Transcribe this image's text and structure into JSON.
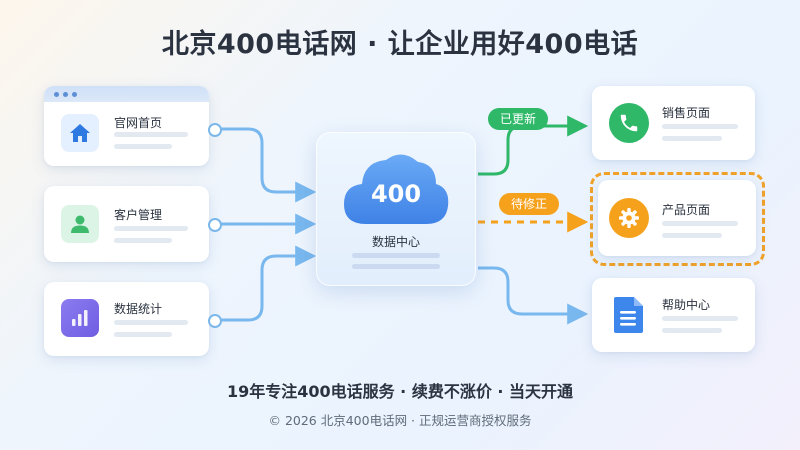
{
  "header": {
    "title": "北京400电话网 · 让企业用好400电话"
  },
  "left_nodes": [
    {
      "label": "官网首页",
      "icon": "home-icon",
      "color": "#2f7ae0"
    },
    {
      "label": "客户管理",
      "icon": "user-icon",
      "color": "#3dba6b"
    },
    {
      "label": "数据统计",
      "icon": "bar-chart-icon",
      "color": "#7a6ae6"
    }
  ],
  "center": {
    "badge": "400",
    "label": "数据中心",
    "icon": "cloud-icon",
    "color": "#4f93ee"
  },
  "right_nodes": [
    {
      "label": "销售页面",
      "icon": "phone-icon",
      "color": "#2eb868",
      "status": "已更新"
    },
    {
      "label": "产品页面",
      "icon": "gear-icon",
      "color": "#f6a11c",
      "status": "待修正"
    },
    {
      "label": "帮助中心",
      "icon": "document-icon",
      "color": "#3d86ec"
    }
  ],
  "colors": {
    "wire": "#79b8ee",
    "updated": "#2eb868",
    "pending": "#f6a11c"
  },
  "tagline": "19年专注400电话服务 · 续费不涨价 · 当天开通",
  "footer": "© 2026 北京400电话网 · 正规运营商授权服务"
}
